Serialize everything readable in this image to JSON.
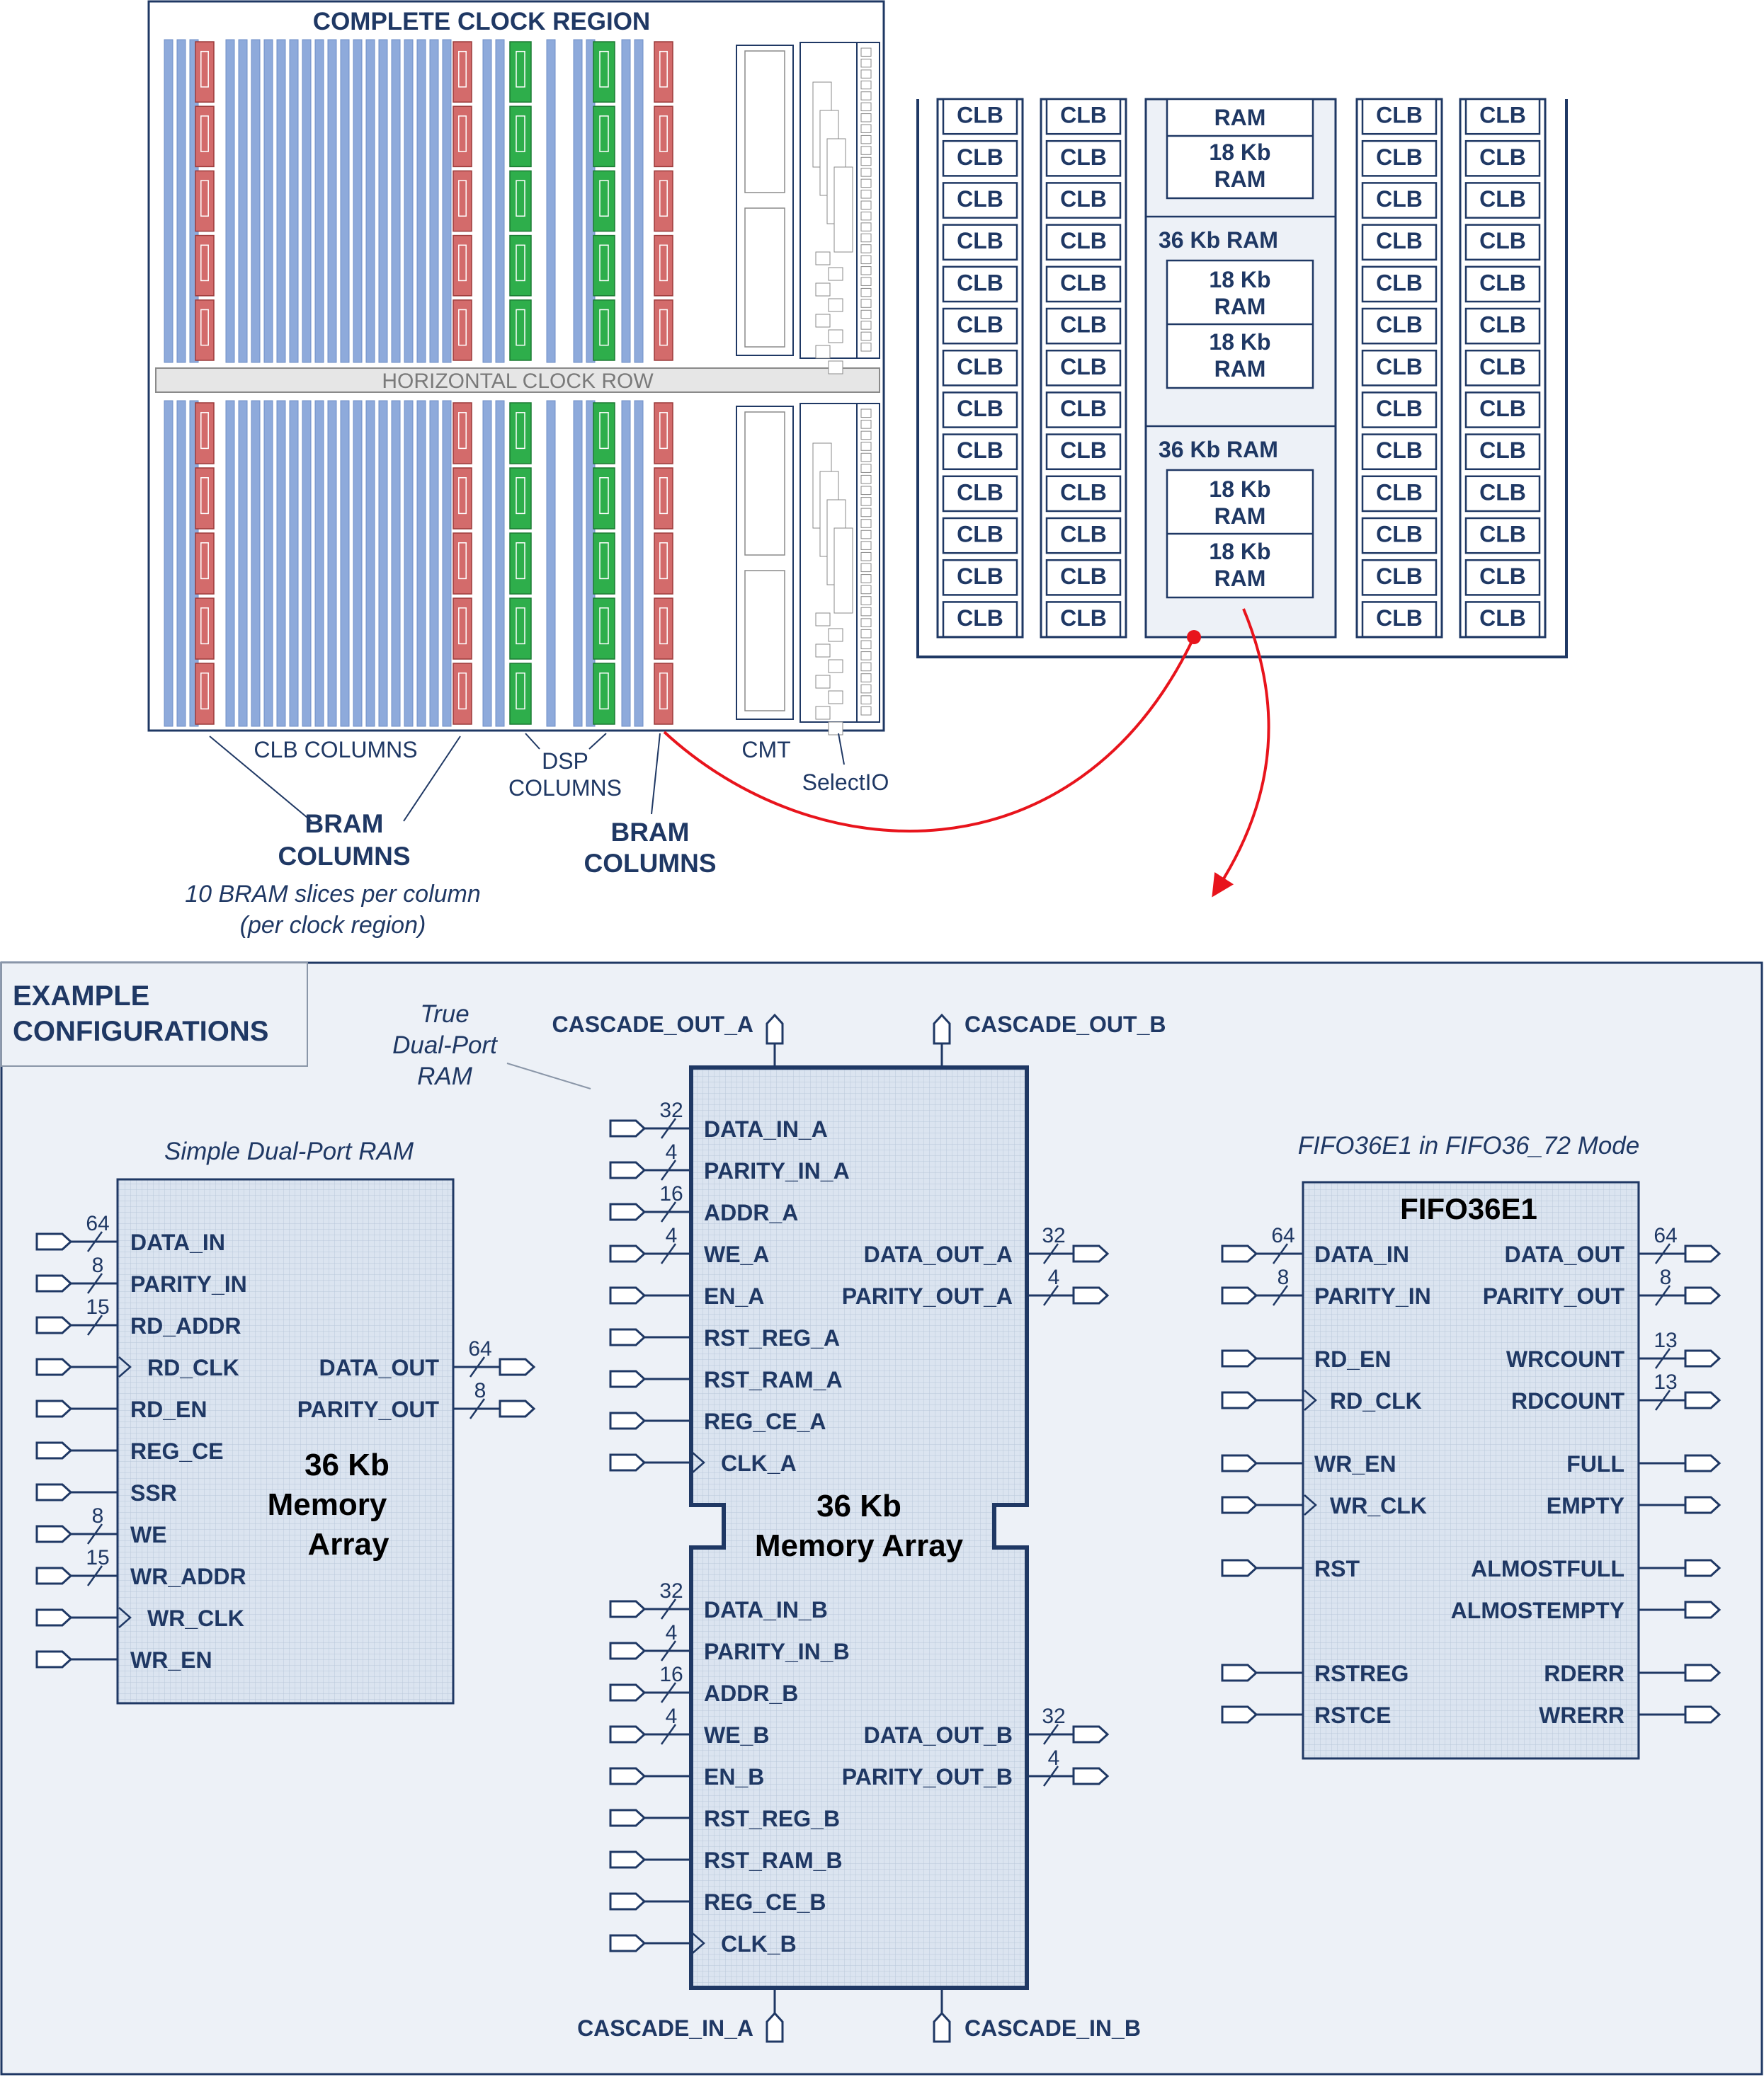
{
  "clock_region": {
    "title": "COMPLETE CLOCK REGION",
    "horizontal_row": "HORIZONTAL CLOCK ROW",
    "clb_columns_label": "CLB COLUMNS",
    "dsp_columns_label_1": "DSP",
    "dsp_columns_label_2": "COLUMNS",
    "cmt_label": "CMT",
    "selectio_label": "SelectIO",
    "bram_left_1": "BRAM",
    "bram_left_2": "COLUMNS",
    "bram_right_1": "BRAM",
    "bram_right_2": "COLUMNS",
    "note_1": "10 BRAM slices per column",
    "note_2": "(per clock region)"
  },
  "zoom": {
    "clb": "CLB",
    "ram_top": "RAM",
    "ram18_1": "18 Kb",
    "ram18_2": "RAM",
    "ram36": "36 Kb RAM"
  },
  "configs": {
    "title_1": "EXAMPLE",
    "title_2": "CONFIGURATIONS",
    "sdp": {
      "caption": "Simple Dual-Port RAM",
      "core_1": "36 Kb",
      "core_2": "Memory",
      "core_3": "Array",
      "inputs": [
        {
          "name": "DATA_IN",
          "width": "64"
        },
        {
          "name": "PARITY_IN",
          "width": "8"
        },
        {
          "name": "RD_ADDR",
          "width": "15"
        },
        {
          "name": "RD_CLK",
          "width": ""
        },
        {
          "name": "RD_EN",
          "width": ""
        },
        {
          "name": "REG_CE",
          "width": ""
        },
        {
          "name": "SSR",
          "width": ""
        },
        {
          "name": "WE",
          "width": "8"
        },
        {
          "name": "WR_ADDR",
          "width": "15"
        },
        {
          "name": "WR_CLK",
          "width": ""
        },
        {
          "name": "WR_EN",
          "width": ""
        }
      ],
      "outputs": [
        {
          "name": "DATA_OUT",
          "width": "64"
        },
        {
          "name": "PARITY_OUT",
          "width": "8"
        }
      ]
    },
    "tdp": {
      "caption_1": "True",
      "caption_2": "Dual-Port",
      "caption_3": "RAM",
      "core_1": "36 Kb",
      "core_2": "Memory Array",
      "cascade_out_a": "CASCADE_OUT_A",
      "cascade_out_b": "CASCADE_OUT_B",
      "cascade_in_a": "CASCADE_IN_A",
      "cascade_in_b": "CASCADE_IN_B",
      "inputs_a": [
        {
          "name": "DATA_IN_A",
          "width": "32"
        },
        {
          "name": "PARITY_IN_A",
          "width": "4"
        },
        {
          "name": "ADDR_A",
          "width": "16"
        },
        {
          "name": "WE_A",
          "width": "4"
        },
        {
          "name": "EN_A",
          "width": ""
        },
        {
          "name": "RST_REG_A",
          "width": ""
        },
        {
          "name": "RST_RAM_A",
          "width": ""
        },
        {
          "name": "REG_CE_A",
          "width": ""
        },
        {
          "name": "CLK_A",
          "width": ""
        }
      ],
      "outputs_a": [
        {
          "name": "DATA_OUT_A",
          "width": "32"
        },
        {
          "name": "PARITY_OUT_A",
          "width": "4"
        }
      ],
      "inputs_b": [
        {
          "name": "DATA_IN_B",
          "width": "32"
        },
        {
          "name": "PARITY_IN_B",
          "width": "4"
        },
        {
          "name": "ADDR_B",
          "width": "16"
        },
        {
          "name": "WE_B",
          "width": "4"
        },
        {
          "name": "EN_B",
          "width": ""
        },
        {
          "name": "RST_REG_B",
          "width": ""
        },
        {
          "name": "RST_RAM_B",
          "width": ""
        },
        {
          "name": "REG_CE_B",
          "width": ""
        },
        {
          "name": "CLK_B",
          "width": ""
        }
      ],
      "outputs_b": [
        {
          "name": "DATA_OUT_B",
          "width": "32"
        },
        {
          "name": "PARITY_OUT_B",
          "width": "4"
        }
      ]
    },
    "fifo": {
      "caption": "FIFO36E1 in FIFO36_72 Mode",
      "title": "FIFO36E1",
      "inputs": [
        {
          "name": "DATA_IN",
          "width": "64"
        },
        {
          "name": "PARITY_IN",
          "width": "8"
        },
        {
          "name": "RD_EN",
          "width": ""
        },
        {
          "name": "RD_CLK",
          "width": ""
        },
        {
          "name": "WR_EN",
          "width": ""
        },
        {
          "name": "WR_CLK",
          "width": ""
        },
        {
          "name": "RST",
          "width": ""
        },
        {
          "name": "RSTREG",
          "width": ""
        },
        {
          "name": "RSTCE",
          "width": ""
        }
      ],
      "outputs": [
        {
          "name": "DATA_OUT",
          "width": "64"
        },
        {
          "name": "PARITY_OUT",
          "width": "8"
        },
        {
          "name": "WRCOUNT",
          "width": "13"
        },
        {
          "name": "RDCOUNT",
          "width": "13"
        },
        {
          "name": "FULL",
          "width": ""
        },
        {
          "name": "EMPTY",
          "width": ""
        },
        {
          "name": "ALMOSTFULL",
          "width": ""
        },
        {
          "name": "ALMOSTEMPTY",
          "width": ""
        },
        {
          "name": "RDERR",
          "width": ""
        },
        {
          "name": "WRERR",
          "width": ""
        }
      ]
    }
  },
  "colors": {
    "navy": "#1f3864",
    "clb_blue": "#8eaadb",
    "bram_red": "#d36b6b",
    "dsp_green": "#2eae4b",
    "arrow_red": "#e8141c",
    "panel_bg": "#edf1f7",
    "block_bg": "#dbe4f0"
  }
}
